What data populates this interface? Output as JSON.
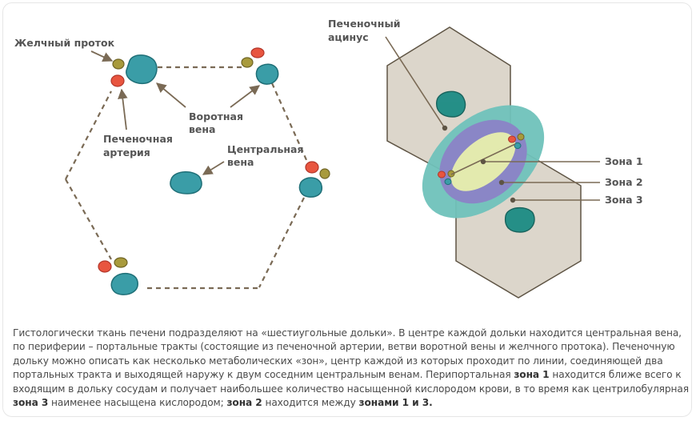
{
  "labels": {
    "bile_duct": "Желчный проток",
    "hepatic_artery_1": "Печеночная",
    "hepatic_artery_2": "артерия",
    "portal_vein_1": "Воротная",
    "portal_vein_2": "вена",
    "central_vein_1": "Центральная",
    "central_vein_2": "вена",
    "acinus_1": "Печеночный",
    "acinus_2": "ацинус",
    "zone_1": "Зона 1",
    "zone_2": "Зона 2",
    "zone_3": "Зона 3"
  },
  "colors": {
    "portal_vein": "#3a9da7",
    "hepatic_artery": "#e8553f",
    "bile_duct": "#a89a3c",
    "lobule_fill": "#dcd6cb",
    "zone_1": "#e3eaae",
    "zone_2": "#8a86c6",
    "zone_3": "#6fc2bb",
    "central_vein": "#1c8c84",
    "leader_line": "#7a6a55"
  },
  "caption": {
    "p1": "Гистологически ткань печени подразделяют на «шестиугольные дольки». В центре каждой дольки находится центральная вена, по периферии – портальные тракты (состоящие из печеночной артерии, ветви воротной вены и желчного протока). Печеночную дольку можно описать как несколько метаболических «зон», центр каждой из которых проходит по линии, соединяющей два портальных тракта и выходящей наружу к двум соседним центральным венам. Перипортальная ",
    "zone1": "зона 1",
    "p2": " находится ближе всего к входящим в дольку сосудам и получает наибольшее количество насыщенной кислородом крови, в то время как центрилобулярная ",
    "zone3": "зона 3",
    "p3": " наименее насыщена кислородом; ",
    "zone2": "зона 2",
    "p4": " находится между ",
    "zones13": "зонами 1 и 3."
  }
}
